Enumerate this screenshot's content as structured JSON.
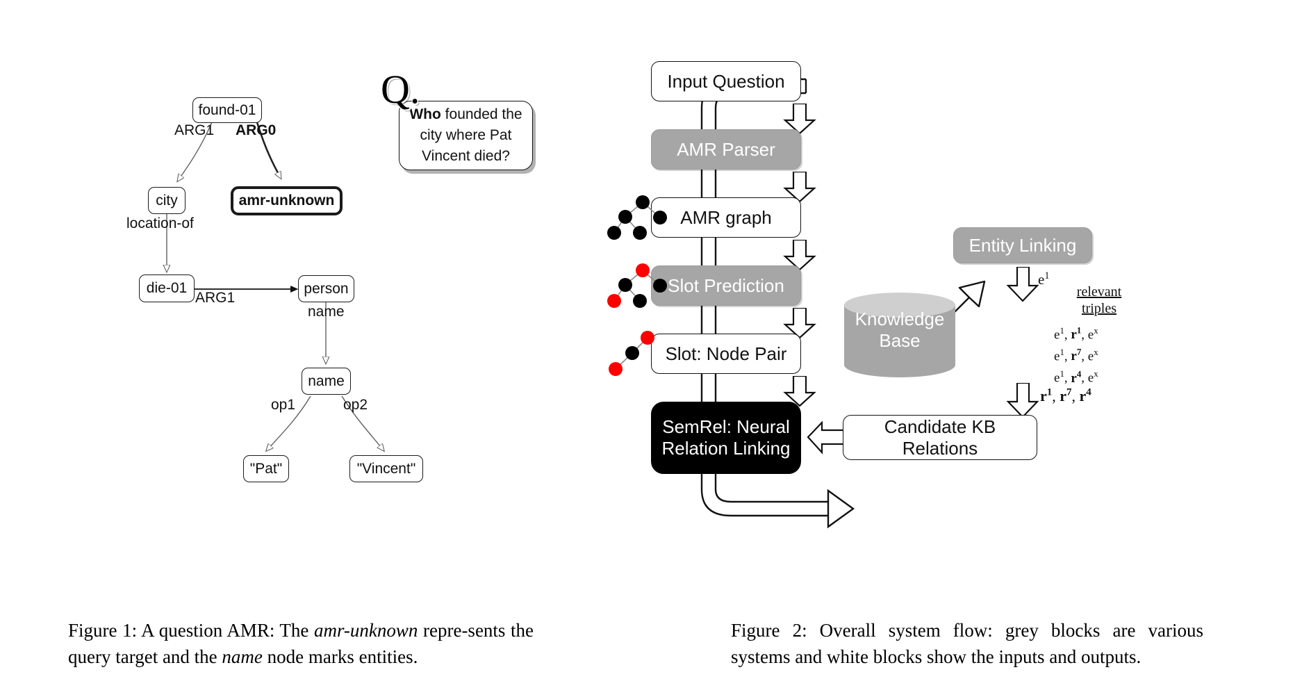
{
  "figure1": {
    "nodes": [
      {
        "id": "found-01",
        "label": "found-01",
        "bold": false
      },
      {
        "id": "city",
        "label": "city",
        "bold": false
      },
      {
        "id": "amr-unknown",
        "label": "amr-unknown",
        "bold": true
      },
      {
        "id": "die-01",
        "label": "die-01",
        "bold": false
      },
      {
        "id": "person",
        "label": "person",
        "bold": false
      },
      {
        "id": "name",
        "label": "name",
        "bold": false
      },
      {
        "id": "pat",
        "label": "\"Pat\"",
        "bold": false
      },
      {
        "id": "vincent",
        "label": "\"Vincent\"",
        "bold": false
      }
    ],
    "edges": [
      {
        "label": "ARG1",
        "bold": false
      },
      {
        "label": "ARG0",
        "bold": true
      },
      {
        "label": "location-of",
        "bold": false
      },
      {
        "label": "ARG1",
        "bold": false
      },
      {
        "label": "name",
        "bold": false
      },
      {
        "label": "op1",
        "bold": false
      },
      {
        "label": "op2",
        "bold": false
      }
    ],
    "question_marker": "Q.",
    "question_line1_bold": "Who",
    "question_line1_rest": " founded the",
    "question_line2": "city where Pat",
    "question_line3": "Vincent died?"
  },
  "figure2": {
    "blocks": [
      {
        "id": "input-question",
        "label": "Input Question",
        "style": "white"
      },
      {
        "id": "amr-parser",
        "label": "AMR Parser",
        "style": "grey"
      },
      {
        "id": "amr-graph",
        "label": "AMR graph",
        "style": "white"
      },
      {
        "id": "slot-prediction",
        "label": "Slot Prediction",
        "style": "grey"
      },
      {
        "id": "slot-node-pair",
        "label": "Slot: Node Pair",
        "style": "white"
      },
      {
        "id": "semrel",
        "label": "SemRel: Neural\nRelation  Linking",
        "style": "black"
      },
      {
        "id": "entity-linking",
        "label": "Entity Linking",
        "style": "grey"
      },
      {
        "id": "candidate-kb",
        "label": "Candidate KB\nRelations",
        "style": "white"
      }
    ],
    "knowledge_base_label": "Knowledge\nBase",
    "entity_symbol": "e1",
    "relations_symbol": "r1, r7, r4",
    "triples_header_line1": "relevant",
    "triples_header_line2": "triples",
    "triples": [
      {
        "e": "e",
        "esup": "1",
        "r": "r",
        "rsup": "1",
        "ex": "e",
        "exsup": "x"
      },
      {
        "e": "e",
        "esup": "1",
        "r": "r",
        "rsup": "7",
        "ex": "e",
        "exsup": "x"
      },
      {
        "e": "e",
        "esup": "1",
        "r": "r",
        "rsup": "4",
        "ex": "e",
        "exsup": "x"
      }
    ],
    "colors": {
      "grey_block": "#a6a6a6",
      "black_block": "#000000",
      "cylinder_top": "#cfcfcf",
      "node_red": "#ff0000",
      "node_black": "#000000"
    },
    "mini_graphs": [
      {
        "id": "graph-plain",
        "nodes": [
          "black",
          "black",
          "black",
          "black",
          "black"
        ]
      },
      {
        "id": "graph-highlighted",
        "nodes": [
          "red",
          "black",
          "black",
          "red",
          "black"
        ]
      },
      {
        "id": "graph-node-pair",
        "nodes": [
          "red",
          "black",
          "red"
        ]
      }
    ]
  },
  "captions": {
    "fig1_prefix": "Figure 1:",
    "fig1_text_a": "  A question AMR: The ",
    "fig1_italic_a": "amr-unknown",
    "fig1_text_b": " repre-sents the query target and the ",
    "fig1_italic_b": "name",
    "fig1_text_c": " node marks entities.",
    "fig2_prefix": "Figure 2:",
    "fig2_text": " Overall system flow: grey blocks are various systems and white blocks show the inputs and outputs."
  }
}
